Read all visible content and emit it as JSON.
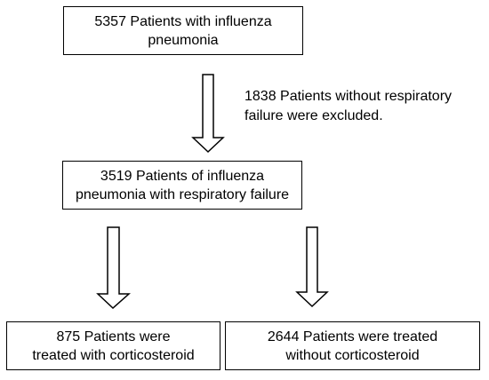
{
  "nodes": {
    "top": {
      "line1": "5357 Patients with influenza",
      "line2": "pneumonia"
    },
    "exclusion": {
      "line1": "1838 Patients without respiratory",
      "line2": "failure were excluded."
    },
    "middle": {
      "line1": "3519 Patients of influenza",
      "line2": "pneumonia with respiratory failure"
    },
    "left": {
      "line1": "875 Patients were",
      "line2": "treated with corticosteroid"
    },
    "right": {
      "line1": "2644 Patients were treated",
      "line2": "without corticosteroid"
    }
  },
  "colors": {
    "stroke": "#000000",
    "background": "#ffffff"
  }
}
